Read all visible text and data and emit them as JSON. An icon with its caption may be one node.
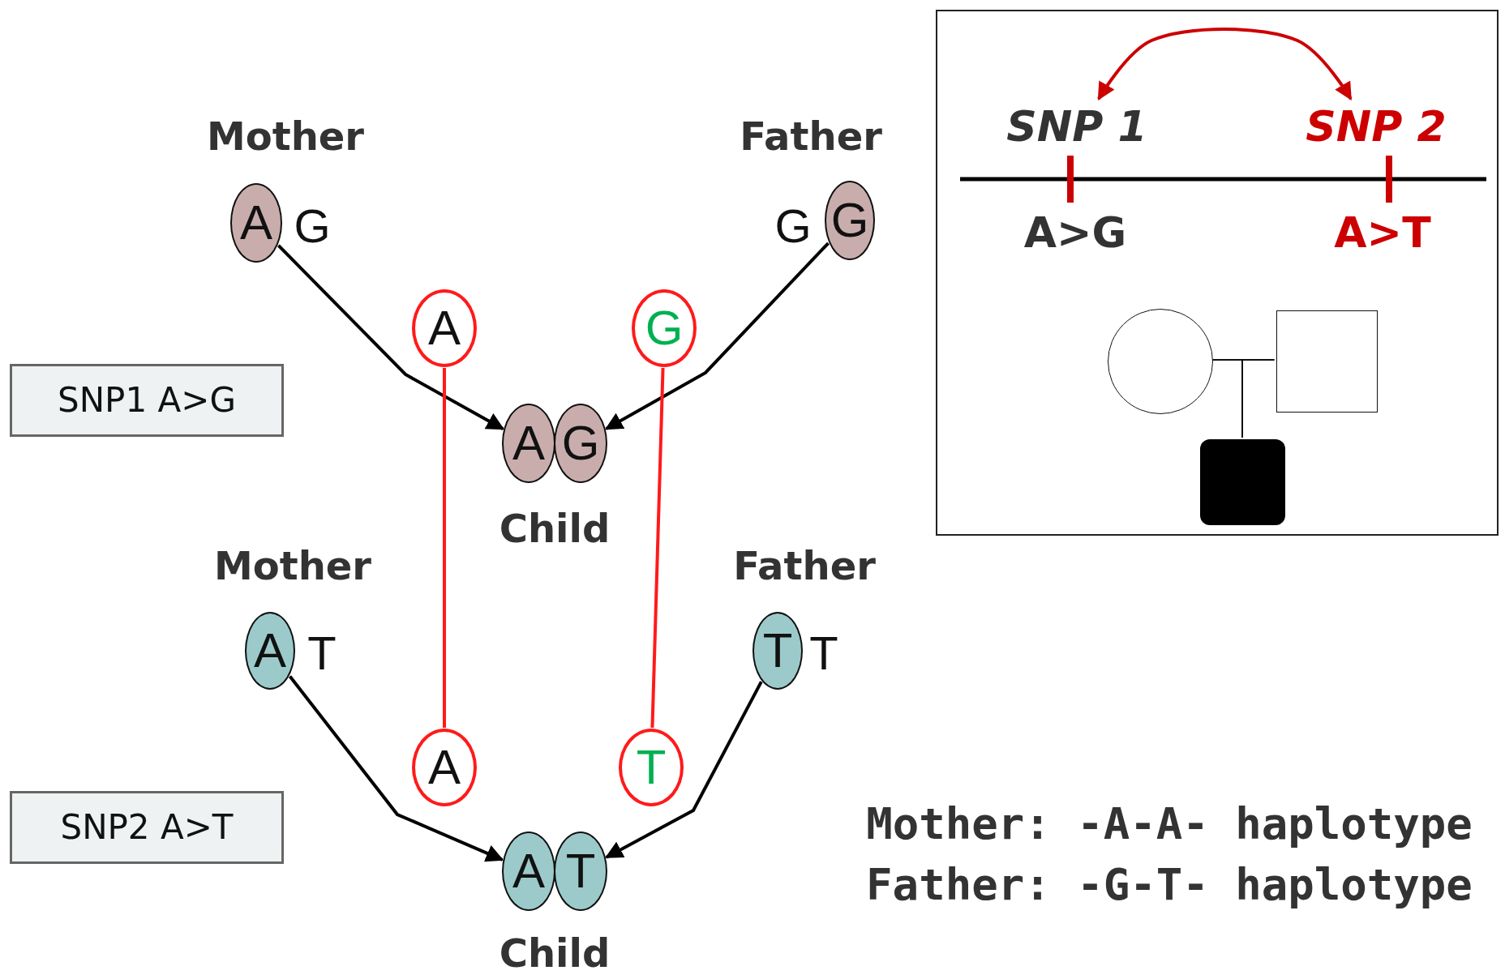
{
  "diagram": {
    "nodes": [
      {
        "text": [
          "A"
        ]
      },
      {
        "text": [
          "G"
        ]
      },
      {
        "text": [
          "A"
        ]
      },
      {
        "text": [
          "G"
        ]
      },
      {
        "text": [
          "SNP1 A>G"
        ]
      },
      {
        "text": [
          "A"
        ]
      },
      {
        "text": [
          "G"
        ]
      },
      {
        "text": [
          "A"
        ]
      },
      {
        "text": [
          "T"
        ]
      },
      {
        "text": [
          "A"
        ]
      },
      {
        "text": [
          "T"
        ]
      },
      {
        "text": [
          "SNP2 A>T"
        ]
      },
      {
        "text": [
          "A"
        ]
      },
      {
        "text": [
          "T"
        ]
      },
      {
        "text": [],
        "shape": "box"
      },
      {
        "text": [
          "SNP 1"
        ],
        "in": 14
      },
      {
        "text": [
          "SNP 2"
        ],
        "in": 14
      },
      {
        "text": [],
        "shape": "circle",
        "in": 14
      },
      {
        "text": [],
        "shape": "box",
        "in": 14
      },
      {
        "text": [],
        "shape": "box",
        "in": 14
      }
    ],
    "edges": [
      {
        "from": 0,
        "to": 5,
        "arrow": "to"
      },
      {
        "from": 1,
        "to": 6,
        "arrow": "to"
      },
      {
        "from": 2,
        "to": 9,
        "arrow": "none",
        "color": "#ff1a1a"
      },
      {
        "from": 3,
        "to": 10,
        "arrow": "none",
        "color": "#ff1a1a"
      },
      {
        "from": 7,
        "to": 12,
        "arrow": "to"
      },
      {
        "from": 8,
        "to": 13,
        "arrow": "to"
      },
      {
        "from": 15,
        "to": 16,
        "arrow": "both",
        "color": "#cc0000"
      },
      {
        "from": 17,
        "to": 18,
        "arrow": "none"
      },
      {
        "from": 17,
        "to": 19,
        "arrow": "none"
      },
      {
        "from": 18,
        "to": 19,
        "arrow": "none"
      }
    ],
    "labels": [
      "Mother",
      "G",
      "Father",
      "G",
      "Child",
      "Mother",
      "T",
      "Father",
      "T",
      "Child",
      "A>G",
      "A>T",
      "Mother: -A-A- haplotype",
      "Father: -**G**-**T**- haplotype"
    ]
  }
}
